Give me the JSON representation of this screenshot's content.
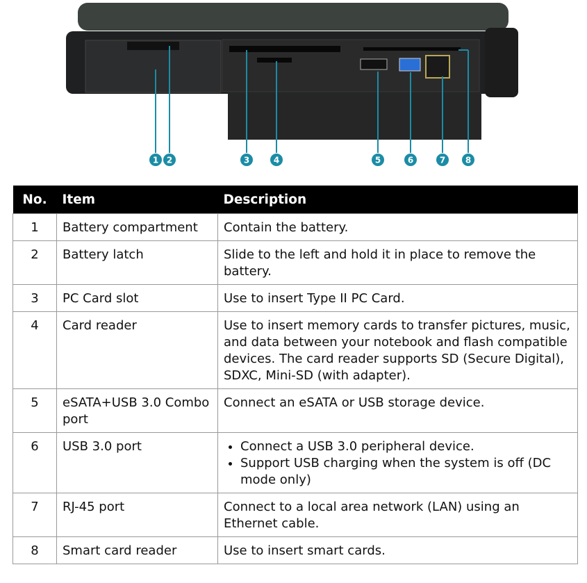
{
  "figure": {
    "callouts": [
      "1",
      "2",
      "3",
      "4",
      "5",
      "6",
      "7",
      "8"
    ],
    "callout_color": "#1b8ca6"
  },
  "table": {
    "headers": {
      "no": "No.",
      "item": "Item",
      "description": "Description"
    },
    "rows": [
      {
        "no": "1",
        "item": "Battery compartment",
        "description": "Contain the battery."
      },
      {
        "no": "2",
        "item": "Battery latch",
        "description": "Slide to the left and hold it in place to remove the battery."
      },
      {
        "no": "3",
        "item": "PC Card slot",
        "description": "Use to insert Type II PC Card."
      },
      {
        "no": "4",
        "item": "Card reader",
        "description": "Use to insert memory cards to transfer pictures, music, and data between your notebook and flash compatible devices. The card reader supports SD (Secure Digital), SDXC, Mini-SD (with adapter)."
      },
      {
        "no": "5",
        "item": "eSATA+USB 3.0 Combo port",
        "description": "Connect an eSATA or USB storage device."
      },
      {
        "no": "6",
        "item": "USB 3.0 port",
        "bullets": [
          "Connect a USB 3.0 peripheral device.",
          "Support USB charging when the system is off (DC mode only)"
        ]
      },
      {
        "no": "7",
        "item": "RJ-45 port",
        "description": "Connect to a local area network (LAN) using an Ethernet cable."
      },
      {
        "no": "8",
        "item": "Smart card reader",
        "description": "Use to insert smart cards."
      }
    ]
  }
}
